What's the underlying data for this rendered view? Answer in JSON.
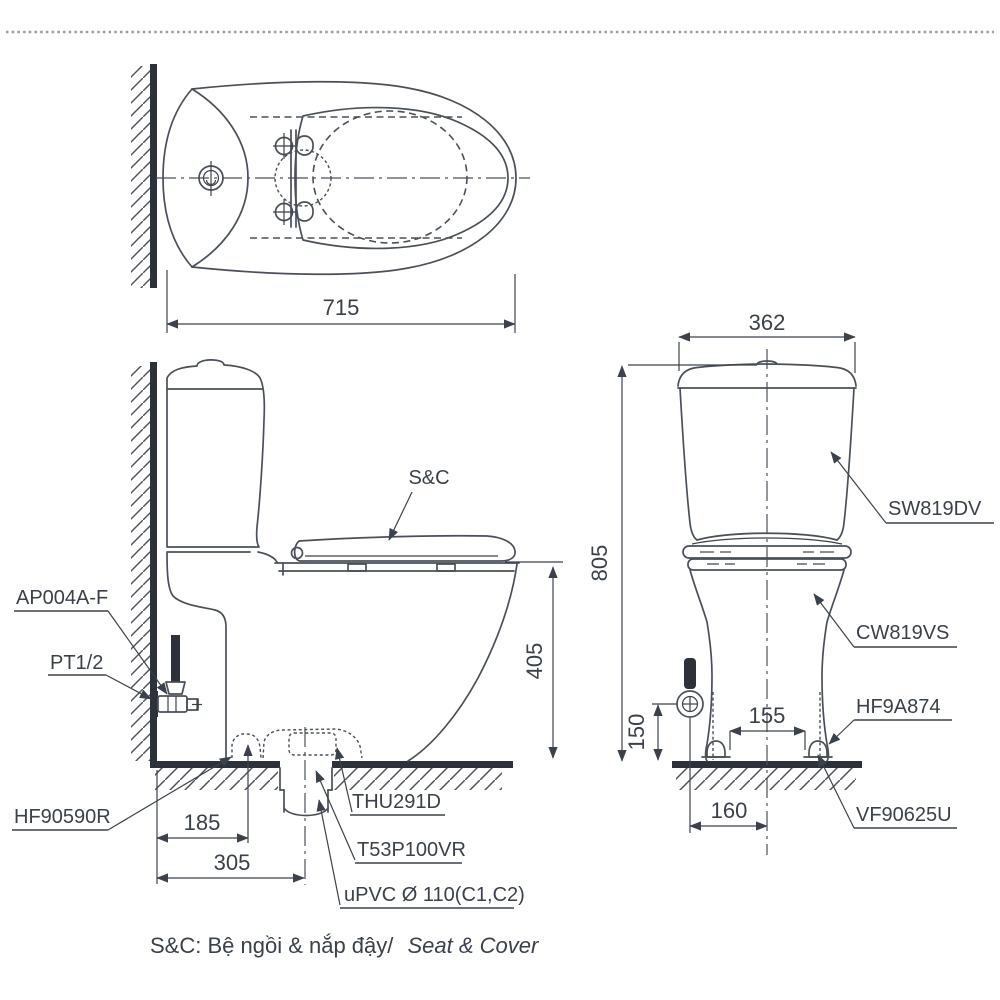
{
  "doc": {
    "type": "toilet-installation-technical-drawing",
    "caption": {
      "prefix": "S&C: Bệ ngồi & nắp đậy/",
      "italic": "Seat & Cover"
    }
  },
  "top_view": {
    "dims": {
      "overall_depth": "715"
    }
  },
  "side_view": {
    "labels": {
      "seat_cover": "S&C",
      "angle_valve": "AP004A-F",
      "thread": "PT1/2",
      "flange": "HF90590R",
      "trap": "THU291D",
      "outlet_pipe": "T53P100VR",
      "upvc_pipe": "uPVC Ø 110(C1,C2)"
    },
    "dims": {
      "seat_height": "405",
      "wall_to_flange": "185",
      "wall_to_outlet": "305"
    }
  },
  "front_view": {
    "labels": {
      "tank": "SW819DV",
      "bowl": "CW819VS",
      "bolt_cap": "HF9A874",
      "seal": "VF90625U"
    },
    "dims": {
      "tank_width": "362",
      "overall_height": "805",
      "supply_height": "150",
      "bolt_spacing": "155",
      "supply_offset": "160"
    }
  },
  "colors": {
    "line": "#4a505a",
    "dark_fill": "#2c313a",
    "text": "#3a414c",
    "top_rule": "#9a9da1"
  }
}
